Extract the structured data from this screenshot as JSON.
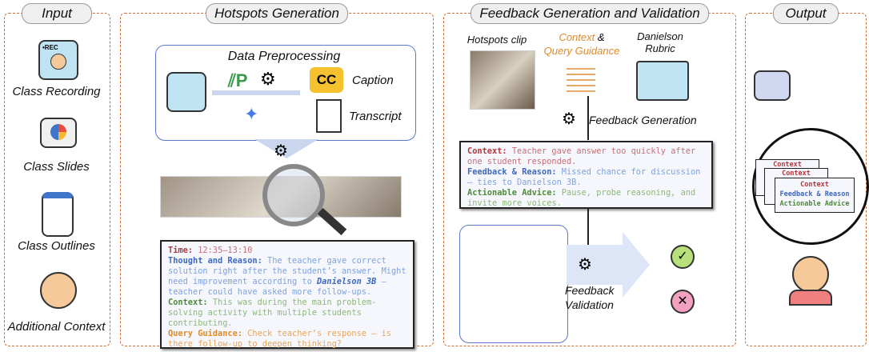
{
  "panels": {
    "input": {
      "title": "Input",
      "items": [
        "Class Recording",
        "Class Slides",
        "Class Outlines",
        "Additional Context"
      ]
    },
    "hotspots": {
      "title": "Hotspots Generation",
      "preprocessing": "Data Preprocessing",
      "caption": "Caption",
      "transcript": "Transcript",
      "cc_badge": "CC",
      "rec_label": "•REC",
      "hotspot": {
        "time_label": "Time:",
        "time": "12:35–13:10",
        "thought_label": "Thought and Reason:",
        "thought_1": "The teacher gave correct solution right after the student’s answer. Might need improvement according to",
        "thought_ref": "Danielson 3B",
        "thought_2": "– teacher could have asked more follow-ups.",
        "context_label": "Context:",
        "context": "This was during the main problem-solving activity with multiple students contributing.",
        "query_label": "Query Guidance:",
        "query": "Check teacher’s response – is there follow-up to deepen thinking?"
      }
    },
    "feedback": {
      "title": "Feedback Generation and Validation",
      "clip": "Hotspots clip",
      "context_word": "Context",
      "amp": " &",
      "query_guidance": "Query Guidance",
      "rubric": "Danielson Rubric",
      "generation": "Feedback Generation",
      "validation": "Feedback Validation",
      "result": {
        "context_label": "Context:",
        "context": "Teacher gave answer too quickly after one student responded.",
        "feedback_label": "Feedback & Reason:",
        "feedback": "Missed chance for discussion – ties to Danielson 3B.",
        "advice_label": "Actionable Advice:",
        "advice": "Pause, probe reasoning, and invite more voices."
      }
    },
    "output": {
      "title": "Output",
      "card": {
        "context": "Context",
        "feedback": "Feedback & Reason",
        "advice": "Actionable Advice"
      }
    }
  },
  "colors": {
    "border": "#c8703a",
    "context": "#b8343c",
    "feedback": "#3d68c4",
    "advice": "#4f8a3a",
    "query": "#e08a2a"
  }
}
